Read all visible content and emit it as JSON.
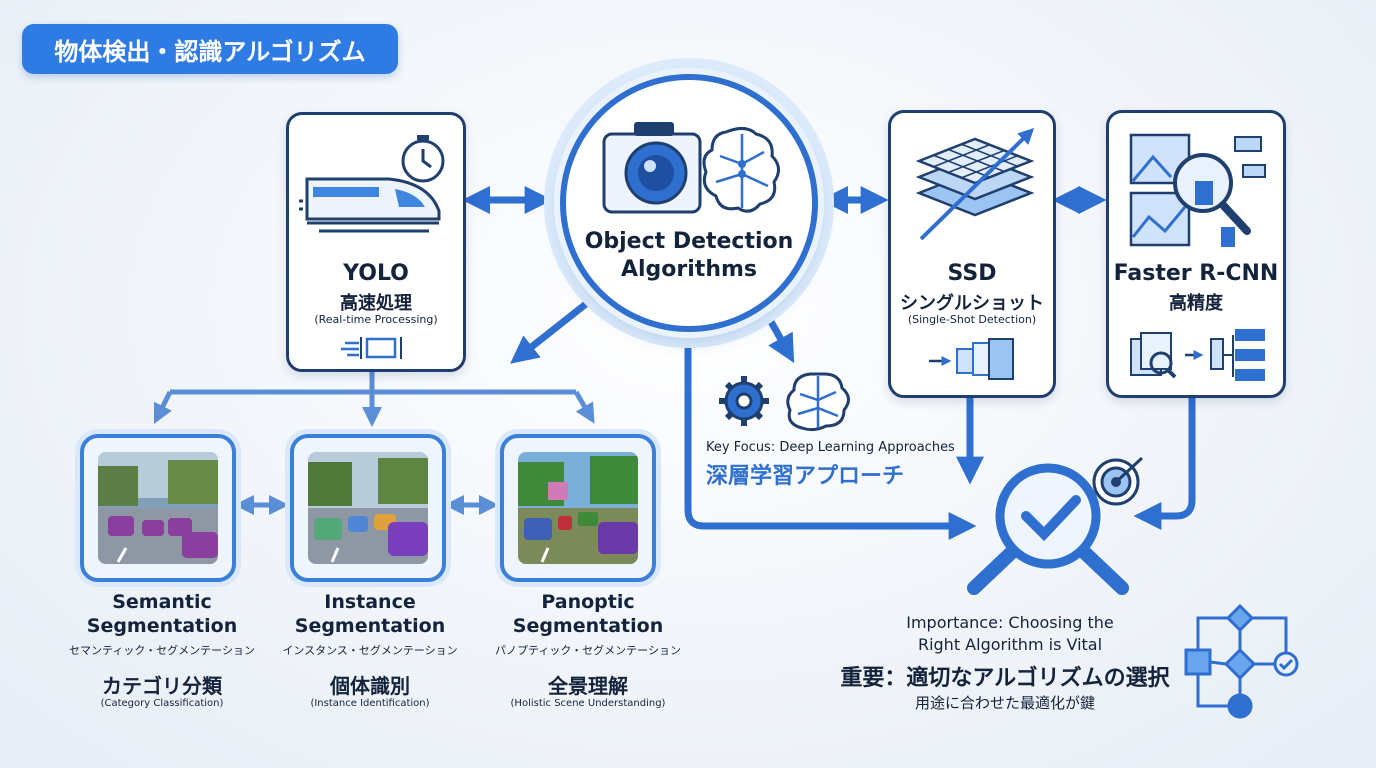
{
  "banner": {
    "title": "物体検出・認識アルゴリズム"
  },
  "center": {
    "title_line1": "Object Detection",
    "title_line2": "Algorithms"
  },
  "yolo": {
    "title": "YOLO",
    "subtitle_ja": "高速処理",
    "subtitle_en": "(Real-time Processing)"
  },
  "ssd": {
    "title": "SSD",
    "subtitle_ja": "シングルショット",
    "subtitle_en": "(Single-Shot Detection)"
  },
  "faster_rcnn": {
    "title": "Faster R-CNN",
    "subtitle_ja": "高精度"
  },
  "segmentation": [
    {
      "title_line1": "Semantic",
      "title_line2": "Segmentation",
      "kana": "セマンティック・セグメンテーション",
      "category": "カテゴリ分類",
      "category_en": "(Category Classification)"
    },
    {
      "title_line1": "Instance",
      "title_line2": "Segmentation",
      "kana": "インスタンス・セグメンテーション",
      "category": "個体識別",
      "category_en": "(Instance Identification)"
    },
    {
      "title_line1": "Panoptic",
      "title_line2": "Segmentation",
      "kana": "パノプティック・セグメンテーション",
      "category": "全景理解",
      "category_en": "(Holistic Scene Understanding)"
    }
  ],
  "key_focus": {
    "label_en": "Key Focus: Deep Learning Approaches",
    "label_ja": "深層学習アプローチ"
  },
  "importance": {
    "line1": "Importance: Choosing the",
    "line2": "Right Algorithm is Vital",
    "title_ja": "重要：適切なアルゴリズムの選択",
    "sub_ja": "用途に合わせた最適化が鍵"
  },
  "colors": {
    "primary": "#2f6fd0",
    "banner": "#2f7be4",
    "dark": "#1f3f6e",
    "light": "#dcebfb"
  }
}
